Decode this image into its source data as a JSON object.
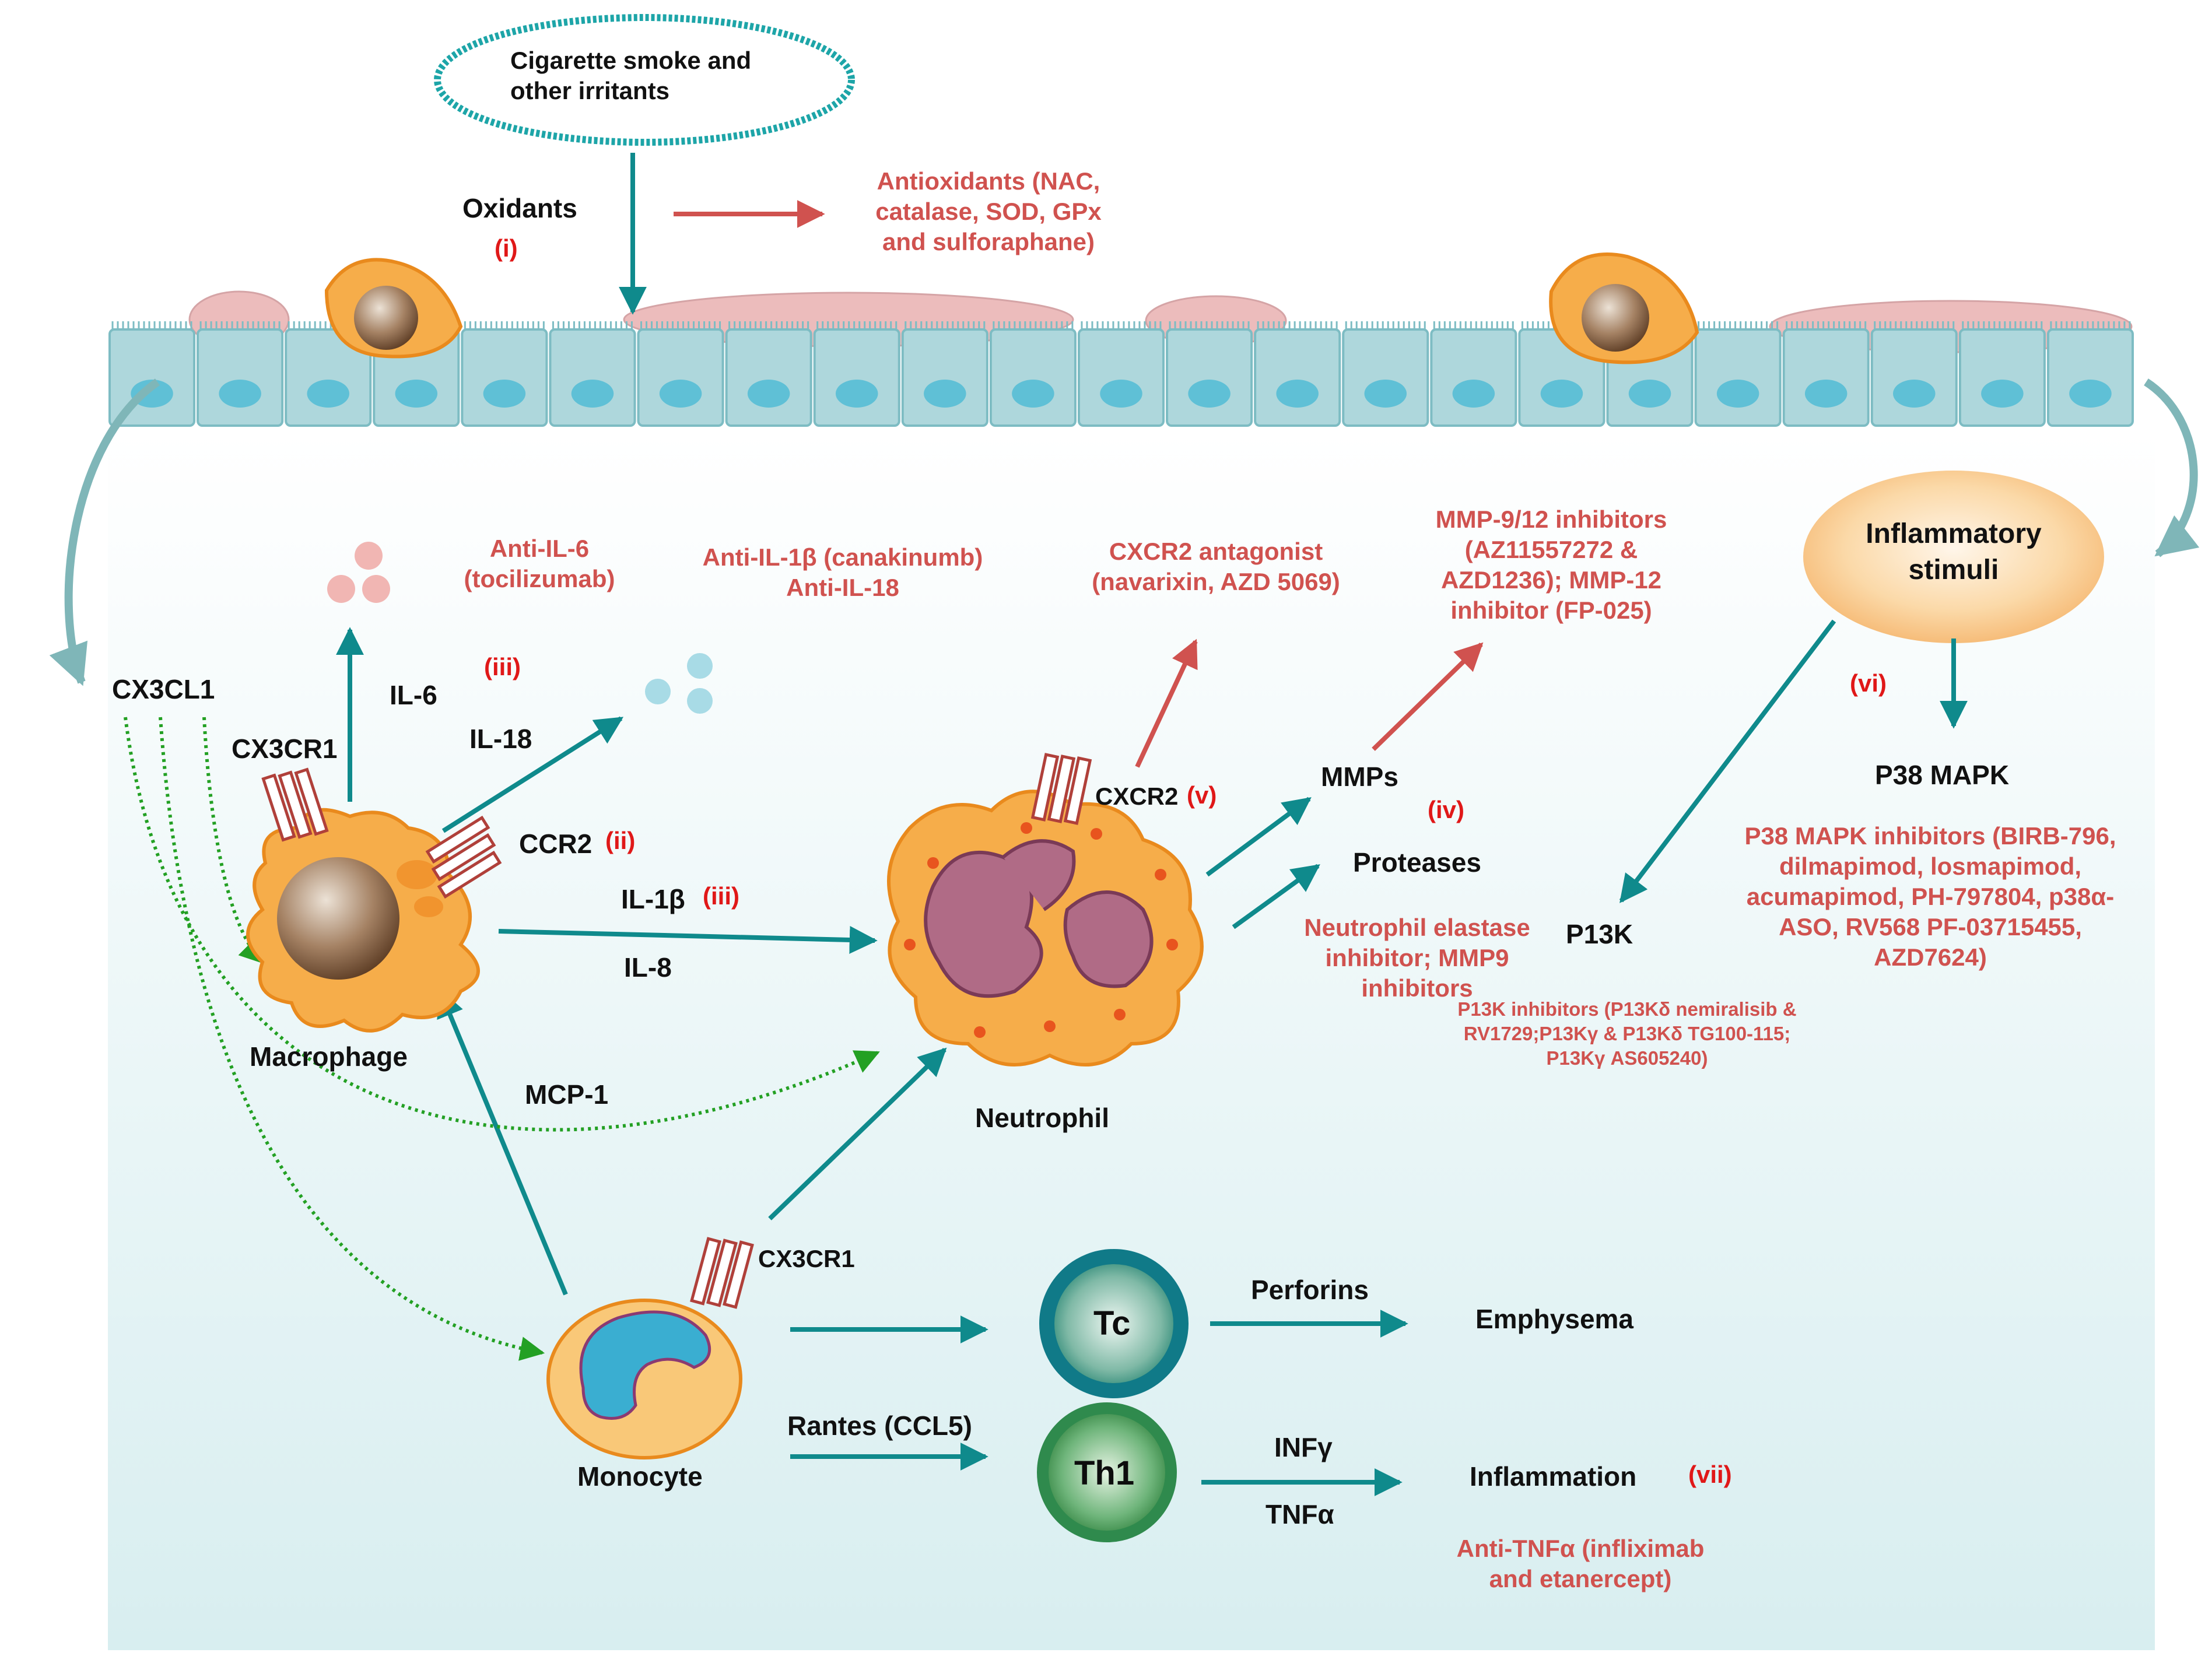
{
  "colors": {
    "teal_arrow": "#0f8a8c",
    "red_arrow": "#d0524f",
    "green_dotted": "#23a023",
    "drug_text": "#d0524f",
    "roman_numeral": "#e01818",
    "epithelium": "#aed7dc",
    "background_gradient_end": "#d8eef0"
  },
  "source": {
    "label": "Cigarette smoke and other irritants"
  },
  "oxidants": {
    "label": "Oxidants",
    "tag": "(i)",
    "therapy": "Antioxidants (NAC, catalase, SOD, GPx and sulforaphane)"
  },
  "cx3cl1": {
    "label": "CX3CL1"
  },
  "macrophage": {
    "label": "Macrophage",
    "receptor_cx3cr1": "CX3CR1",
    "receptor_ccr2": "CCR2",
    "ccr2_tag": "(ii)"
  },
  "cytokines": {
    "il6": "IL-6",
    "il18": "IL-18",
    "il6_il18_tag": "(iii)",
    "il1b": "IL-1β",
    "il1b_tag": "(iii)",
    "il8": "IL-8",
    "mcp1": "MCP-1",
    "rantes": "Rantes (CCL5)",
    "perforins": "Perforins",
    "infg": "INFγ",
    "tnfa": "TNFα"
  },
  "therapies": {
    "anti_il6": "Anti-IL-6 (tocilizumab)",
    "anti_il1b": "Anti-IL-1β (canakinumb) Anti-IL-18",
    "cxcr2_antagonist": "CXCR2 antagonist (navarixin, AZD 5069)",
    "mmp_inhibitors": "MMP-9/12 inhibitors (AZ11557272 & AZD1236); MMP-12 inhibitor (FP-025)",
    "neutrophil_elastase": "Neutrophil elastase inhibitor; MMP9 inhibitors",
    "p13k_inhibitors": "P13K inhibitors (P13Kδ nemiralisib & RV1729;P13Kγ & P13Kδ TG100-115; P13Kγ AS605240)",
    "p38_inhibitors": "P38 MAPK inhibitors (BIRB-796, dilmapimod, losmapimod, acumapimod, PH-797804, p38α-ASO, RV568 PF-03715455, AZD7624)",
    "anti_tnfa": "Anti-TNFα (infliximab and etanercept)"
  },
  "neutrophil": {
    "label": "Neutrophil",
    "receptor": "CXCR2",
    "tag": "(v)"
  },
  "mediators": {
    "mmps": "MMPs",
    "proteases": "Proteases",
    "tag": "(iv)"
  },
  "inflammatory_stimuli": {
    "label": "Inflammatory stimuli",
    "tag": "(vi)"
  },
  "kinases": {
    "p38": "P38 MAPK",
    "p13k": "P13K"
  },
  "monocyte": {
    "label": "Monocyte",
    "receptor": "CX3CR1"
  },
  "tcells": {
    "tc": "Tc",
    "th1": "Th1"
  },
  "outcomes": {
    "emphysema": "Emphysema",
    "inflammation": "Inflammation",
    "inflammation_tag": "(vii)"
  }
}
